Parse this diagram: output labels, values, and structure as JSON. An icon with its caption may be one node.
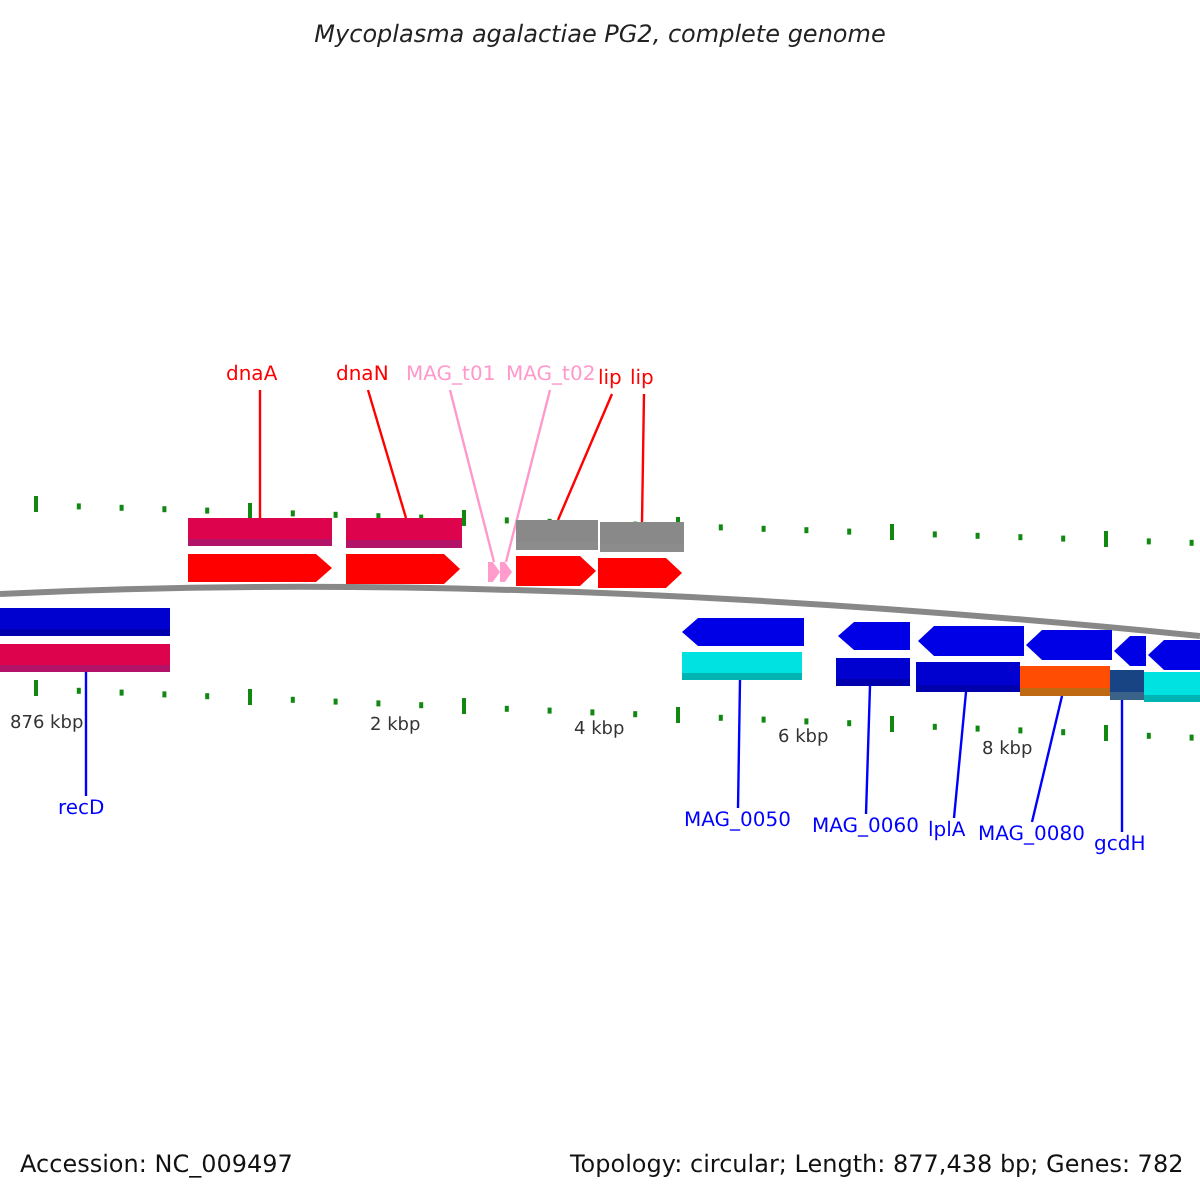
{
  "diagram": {
    "title": "Mycoplasma agalactiae PG2, complete genome",
    "nodes": [
      {
        "text": [
          "dnaA"
        ]
      },
      {
        "text": [
          "dnaN"
        ]
      },
      {
        "text": [
          "MAG_t01"
        ]
      },
      {
        "text": [
          "MAG_t02"
        ]
      },
      {
        "text": [
          "lip"
        ]
      },
      {
        "text": [
          "lip"
        ]
      },
      {
        "text": [],
        "shape": "bar"
      },
      {
        "text": [],
        "shape": "bar"
      },
      {
        "text": [],
        "shape": "bar"
      },
      {
        "text": [],
        "shape": "bar"
      },
      {
        "text": [],
        "shape": "arrow"
      },
      {
        "text": [],
        "shape": "arrow"
      },
      {
        "text": [],
        "shape": "arrow"
      },
      {
        "text": [],
        "shape": "arrow"
      },
      {
        "text": [],
        "shape": "arrow"
      },
      {
        "text": [],
        "shape": "arrow"
      },
      {
        "text": [],
        "shape": "bar"
      },
      {
        "text": [],
        "shape": "bar"
      },
      {
        "text": [],
        "shape": "arrow"
      },
      {
        "text": [],
        "shape": "arrow"
      },
      {
        "text": [],
        "shape": "arrow"
      },
      {
        "text": [],
        "shape": "arrow"
      },
      {
        "text": [],
        "shape": "arrow"
      },
      {
        "text": [],
        "shape": "arrow"
      },
      {
        "text": [],
        "shape": "bar"
      },
      {
        "text": [],
        "shape": "bar"
      },
      {
        "text": [],
        "shape": "bar"
      },
      {
        "text": [],
        "shape": "bar"
      },
      {
        "text": [],
        "shape": "bar"
      },
      {
        "text": [],
        "shape": "bar"
      },
      {
        "text": [
          "recD"
        ]
      },
      {
        "text": [
          "MAG_0050"
        ]
      },
      {
        "text": [
          "MAG_0060"
        ]
      },
      {
        "text": [
          "lplA"
        ]
      },
      {
        "text": [
          "MAG_0080"
        ]
      },
      {
        "text": [
          "gcdH"
        ]
      }
    ],
    "edges": [
      {
        "from": 0,
        "to": 6,
        "arrow": "none",
        "color": "#ff0000"
      },
      {
        "from": 1,
        "to": 7,
        "arrow": "none",
        "color": "#ff0000"
      },
      {
        "from": 2,
        "to": 12,
        "arrow": "none",
        "color": "#ff99cc"
      },
      {
        "from": 3,
        "to": 13,
        "arrow": "none",
        "color": "#ff99cc"
      },
      {
        "from": 4,
        "to": 8,
        "arrow": "none",
        "color": "#ff0000"
      },
      {
        "from": 5,
        "to": 9,
        "arrow": "none",
        "color": "#ff0000"
      },
      {
        "from": 30,
        "to": 17,
        "arrow": "none"
      },
      {
        "from": 31,
        "to": 24,
        "arrow": "none"
      },
      {
        "from": 32,
        "to": 25,
        "arrow": "none"
      },
      {
        "from": 33,
        "to": 26,
        "arrow": "none"
      },
      {
        "from": 34,
        "to": 27,
        "arrow": "none"
      },
      {
        "from": 35,
        "to": 28,
        "arrow": "none"
      }
    ],
    "labels": [
      "876 kbp",
      "2 kbp",
      "4 kbp",
      "6 kbp",
      "8 kbp",
      "Accession: NC_009497",
      "Topology: circular; Length: 877,438 bp; Genes: 782"
    ]
  }
}
